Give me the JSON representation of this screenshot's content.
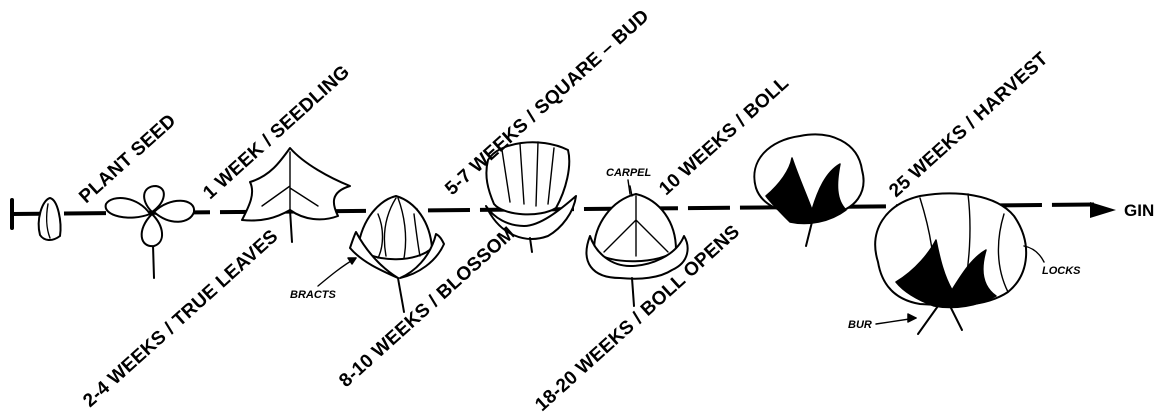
{
  "diagram": {
    "stages_above": [
      {
        "id": "plant-seed",
        "label": "PLANT SEED"
      },
      {
        "id": "seedling",
        "label": "1 WEEK / SEEDLING"
      },
      {
        "id": "square-bud",
        "label": "5-7 WEEKS / SQUARE – BUD"
      },
      {
        "id": "boll",
        "label": "10 WEEKS / BOLL"
      },
      {
        "id": "harvest",
        "label": "25 WEEKS / HARVEST"
      }
    ],
    "stages_below": [
      {
        "id": "true-leaves",
        "label": "2-4 WEEKS / TRUE LEAVES"
      },
      {
        "id": "blossom",
        "label": "8-10 WEEKS / BLOSSOM"
      },
      {
        "id": "boll-opens",
        "label": "18-20 WEEKS / BOLL OPENS"
      }
    ],
    "callouts": {
      "bracts": "BRACTS",
      "carpel": "CARPEL",
      "locks": "LOCKS",
      "bur": "BUR"
    },
    "end_label": "GIN",
    "icons": [
      "seed-icon",
      "true-leaves-icon",
      "seedling-icon",
      "blossom-bud-icon",
      "square-bud-icon",
      "boll-icon",
      "open-boll-icon",
      "harvest-boll-icon",
      "arrow-head-icon"
    ]
  }
}
